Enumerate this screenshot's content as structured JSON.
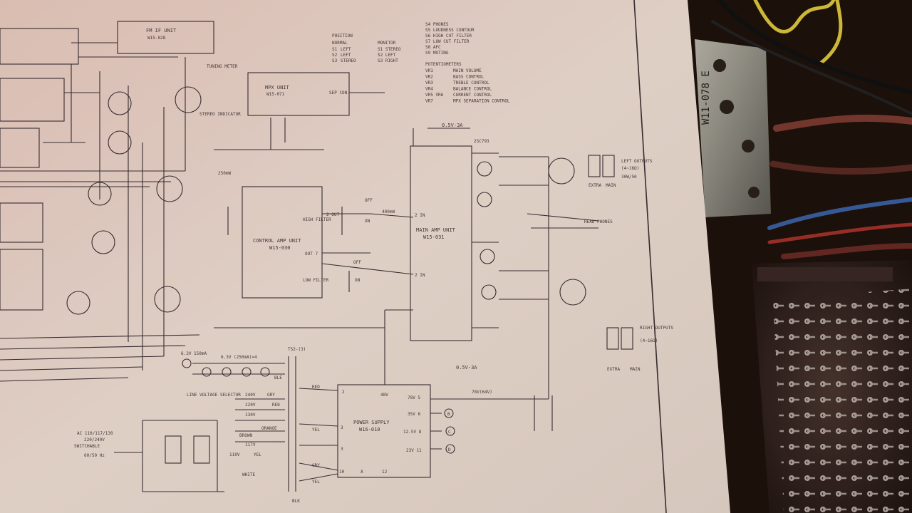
{
  "scene": {
    "description_free": true
  },
  "schematic": {
    "top_labels": [
      "FM IF UNIT",
      "W15-028",
      "MPX UNIT",
      "W15-071",
      "TUNING METER",
      "STEREO INDICATOR",
      "SEP CON"
    ],
    "switch_table": {
      "rows": [
        [
          "POSITION",
          "NORMAL",
          "MONITOR"
        ],
        [
          "S1",
          "LEFT",
          "S1 STEREO"
        ],
        [
          "S2",
          "LEFT",
          "S2 LEFT"
        ],
        [
          "S3",
          "STEREO",
          "S3 RIGHT"
        ]
      ]
    },
    "switch_list": [
      "S4 PHONES",
      "S5 LOUDNESS CONTOUR",
      "S6 HIGH CUT FILTER",
      "S7 LOW CUT FILTER",
      "S8 AFC",
      "S9 MUTING"
    ],
    "pots_heading": "POTENTIOMETERS",
    "pots": [
      {
        "ref": "VR1",
        "fn": "MAIN VOLUME"
      },
      {
        "ref": "VR2",
        "fn": "BASS CONTROL"
      },
      {
        "ref": "VR3",
        "fn": "TREBLE CONTROL"
      },
      {
        "ref": "VR4",
        "fn": "BALANCE CONTROL"
      },
      {
        "ref": "VR5 VR6",
        "fn": "CURRENT CONTROL"
      },
      {
        "ref": "VR7",
        "fn": "MPX SEPARATION CONTROL"
      }
    ],
    "control_amp": {
      "name": "CONTROL AMP UNIT",
      "code": "W15-030",
      "high_filter": "HIGH FILTER",
      "low_filter": "LOW FILTER"
    },
    "main_amp": {
      "name": "MAIN AMP UNIT",
      "code": "W15-031",
      "transistor": "2SC793",
      "fuse": "0.5V-3A",
      "fuse2": "0.5V-3A"
    },
    "power_supply": {
      "name": "POWER SUPPLY",
      "code": "W16-010",
      "pins": [
        "78V 5",
        "35V 6",
        "12.5V 8",
        "23V 11"
      ],
      "node": "48V",
      "pin2": "2",
      "pin3": "3",
      "pin3b": "3",
      "pin10": "10",
      "pin12": "12",
      "pinA": "A"
    },
    "outputs": {
      "left_rating": "(4~16Ω)",
      "left_rating2": "30W/50",
      "left_label": "LEFT OUTPUTS",
      "right_label": "RIGHT OUTPUTS",
      "right_rating": "(4~16Ω)",
      "extra": "EXTRA",
      "main": "MAIN",
      "headphones": "HEAD PHONES"
    },
    "mains": {
      "ac_label": "AC 110/117/130",
      "ac_label2": "220/240V",
      "switchable": "SWITCHABLE",
      "freq": "60/50 Hz",
      "selector": "LINE VOLTAGE SELECTOR",
      "transformer": "TS2-(3)",
      "lamps": "6.3V 150mA",
      "lamps2": "6.3V (250mA)×4",
      "taps": [
        "240V",
        "220V",
        "130V",
        "117V",
        "110V"
      ],
      "wires": [
        "GRY",
        "RED",
        "BROWN",
        "ORANGE",
        "YEL",
        "WHITE",
        "BLK",
        "BLE",
        "RED",
        "YEL",
        "GRY",
        "YEL"
      ],
      "bus": "78V(64V)"
    },
    "output_pins": [
      "B",
      "C",
      "D"
    ],
    "misc_labels": [
      "2 IN",
      "2 IN",
      "2 OUT",
      "OUT 7",
      "OFF",
      "ON",
      "OFF",
      "ON",
      "400mW",
      "250mW"
    ]
  },
  "chassis": {
    "sticker": "W11-078 E"
  },
  "colors": {
    "paper": "#eadbd0",
    "paper_shadow": "#cdb8ac",
    "ink": "#3b2f33",
    "chassis": "#2a1a12",
    "wire_yellow": "#d9c43a",
    "wire_blue": "#3a5fa0",
    "wire_red": "#a0302a",
    "metal": "#8a8a85"
  }
}
